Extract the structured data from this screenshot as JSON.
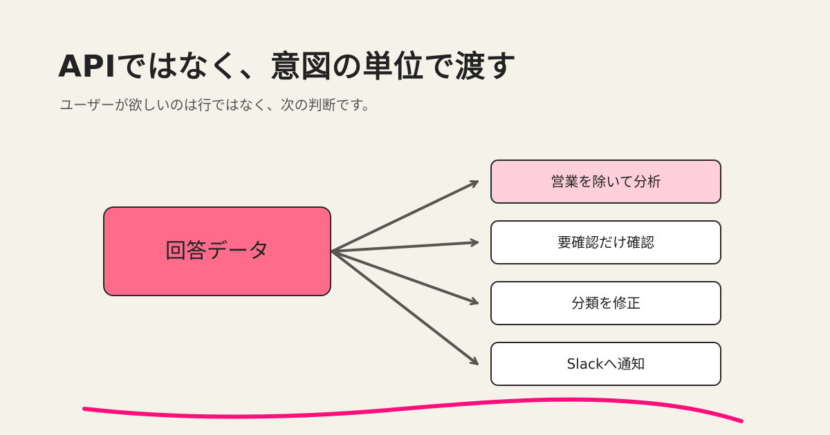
{
  "title": "APIではなく、意図の単位で渡す",
  "subtitle": "ユーザーが欲しいのは行ではなく、次の判断です。",
  "colors": {
    "background": "#f5f2ea",
    "source_fill": "#ff6b8b",
    "highlight_fill": "#ffd0dc",
    "plain_fill": "#ffffff",
    "arrow": "#5a554e",
    "underline": "#ff0f7b"
  },
  "diagram": {
    "source": {
      "label": "回答データ"
    },
    "targets": [
      {
        "label": "営業を除いて分析",
        "highlight": true
      },
      {
        "label": "要確認だけ確認",
        "highlight": false
      },
      {
        "label": "分類を修正",
        "highlight": false
      },
      {
        "label": "Slackへ通知",
        "highlight": false
      }
    ]
  }
}
